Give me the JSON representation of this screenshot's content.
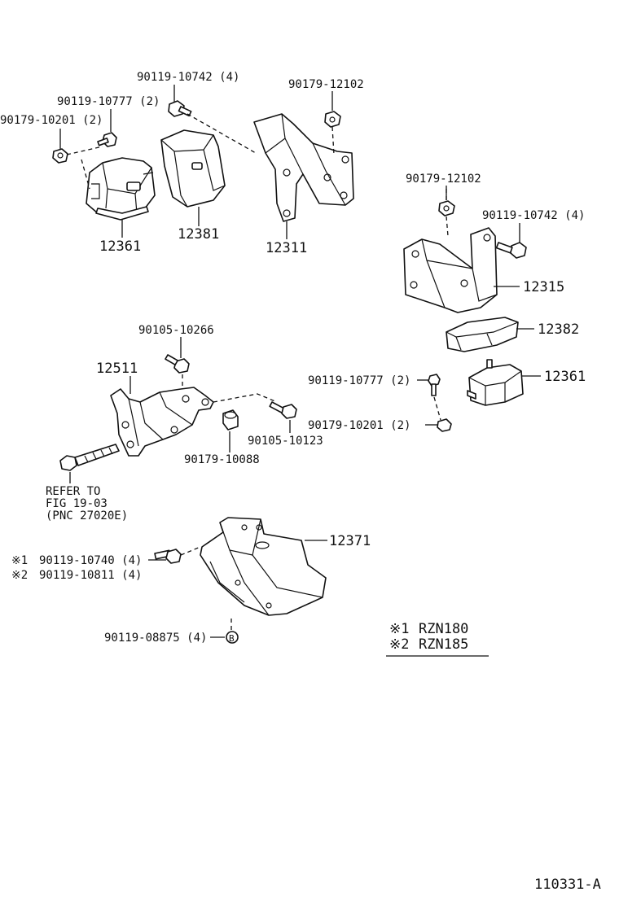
{
  "labels": {
    "p1": "90119-10742 (4)",
    "p2": "90179-12102",
    "p3": "90119-10777 (2)",
    "p4": "90179-10201 (2)",
    "p5": "12361",
    "p6": "12381",
    "p7": "12311",
    "p8": "90179-12102",
    "p9": "90119-10742 (4)",
    "p10": "12315",
    "p11": "12382",
    "p12": "90105-10266",
    "p13": "12511",
    "p14": "90119-10777 (2)",
    "p15": "12361",
    "p16": "90179-10201 (2)",
    "p17": "90105-10123",
    "p18": "90179-10088",
    "p19": "12371",
    "p20": "90119-10740 (4)",
    "p21": "90119-10811 (4)",
    "p22": "90119-08875 (4)"
  },
  "refer": {
    "line1": "REFER TO",
    "line2": "FIG 19-03",
    "line3": "(PNC 27020E)"
  },
  "variants": {
    "mark1": "※1",
    "mark2": "※2",
    "v1": "RZN180",
    "v2": "RZN185"
  },
  "callout_letter": "B",
  "figure_id": "110331-A"
}
